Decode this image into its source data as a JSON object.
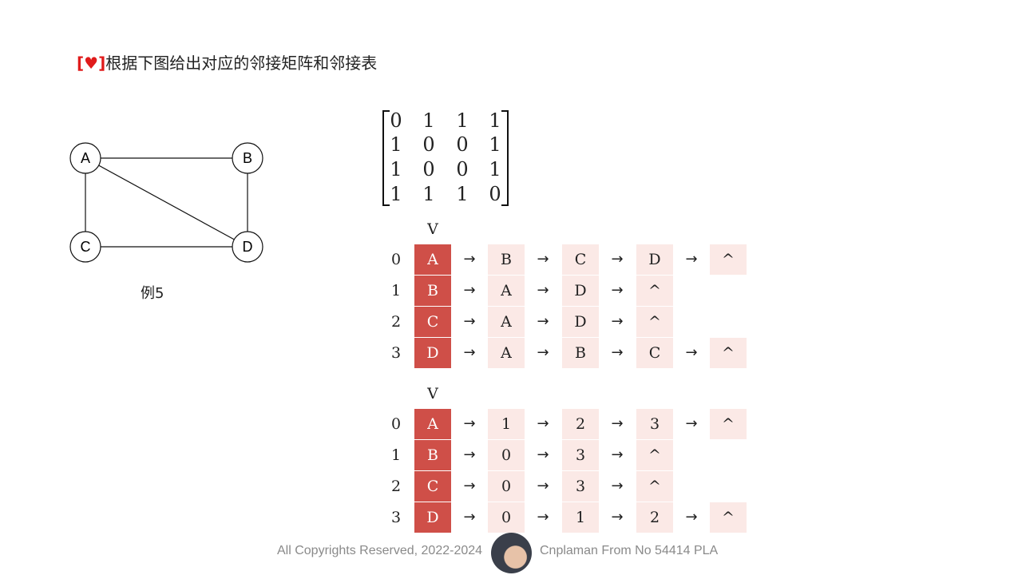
{
  "title": {
    "bracket_open": "[",
    "heart": "♥",
    "bracket_close": "]",
    "text": "根据下图给出对应的邻接矩阵和邻接表"
  },
  "graph": {
    "nodes": [
      "A",
      "B",
      "C",
      "D"
    ],
    "edges": [
      [
        "A",
        "B"
      ],
      [
        "A",
        "C"
      ],
      [
        "A",
        "D"
      ],
      [
        "B",
        "D"
      ],
      [
        "C",
        "D"
      ]
    ],
    "caption": "例5"
  },
  "matrix": {
    "rows": [
      [
        "0",
        "1",
        "1",
        "1"
      ],
      [
        "1",
        "0",
        "0",
        "1"
      ],
      [
        "1",
        "0",
        "0",
        "1"
      ],
      [
        "1",
        "1",
        "1",
        "0"
      ]
    ]
  },
  "adjacency_list_letters": {
    "header": "V",
    "rows": [
      {
        "index": "0",
        "vertex": "A",
        "neighbors": [
          "B",
          "C",
          "D",
          "^"
        ]
      },
      {
        "index": "1",
        "vertex": "B",
        "neighbors": [
          "A",
          "D",
          "^"
        ]
      },
      {
        "index": "2",
        "vertex": "C",
        "neighbors": [
          "A",
          "D",
          "^"
        ]
      },
      {
        "index": "3",
        "vertex": "D",
        "neighbors": [
          "A",
          "B",
          "C",
          "^"
        ]
      }
    ]
  },
  "adjacency_list_indices": {
    "header": "V",
    "rows": [
      {
        "index": "0",
        "vertex": "A",
        "neighbors": [
          "1",
          "2",
          "3",
          "^"
        ]
      },
      {
        "index": "1",
        "vertex": "B",
        "neighbors": [
          "0",
          "3",
          "^"
        ]
      },
      {
        "index": "2",
        "vertex": "C",
        "neighbors": [
          "0",
          "3",
          "^"
        ]
      },
      {
        "index": "3",
        "vertex": "D",
        "neighbors": [
          "0",
          "1",
          "2",
          "^"
        ]
      }
    ]
  },
  "arrow_glyph": "→",
  "footer": {
    "left": "All Copyrights Reserved, 2022-2024",
    "right": "Cnplaman From No 54414 PLA"
  },
  "colors": {
    "vertex_cell": "#cf4f48",
    "neighbor_cell": "#fbe9e6",
    "title_accent": "#e01b1b"
  }
}
